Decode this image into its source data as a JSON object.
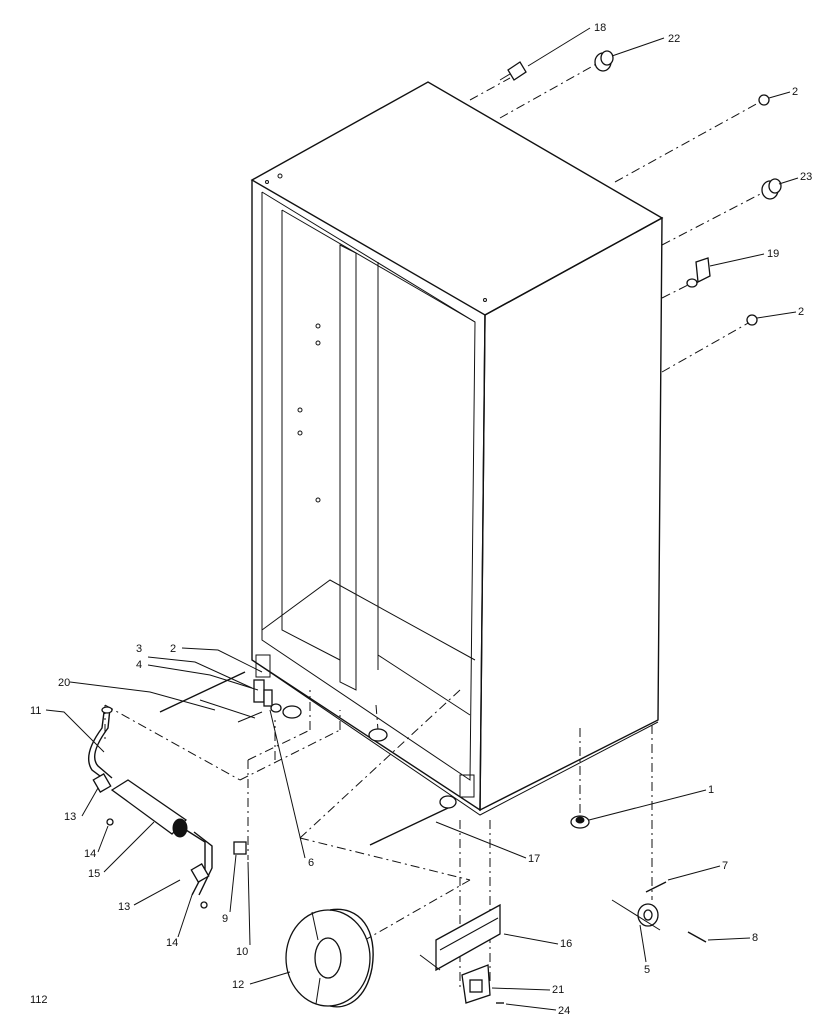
{
  "diagram": {
    "page_code": "112",
    "callouts": [
      "1",
      "2",
      "3",
      "4",
      "5",
      "6",
      "7",
      "8",
      "9",
      "10",
      "11",
      "12",
      "13",
      "14",
      "15",
      "16",
      "17",
      "18",
      "19",
      "20",
      "21",
      "22",
      "23",
      "24"
    ]
  }
}
